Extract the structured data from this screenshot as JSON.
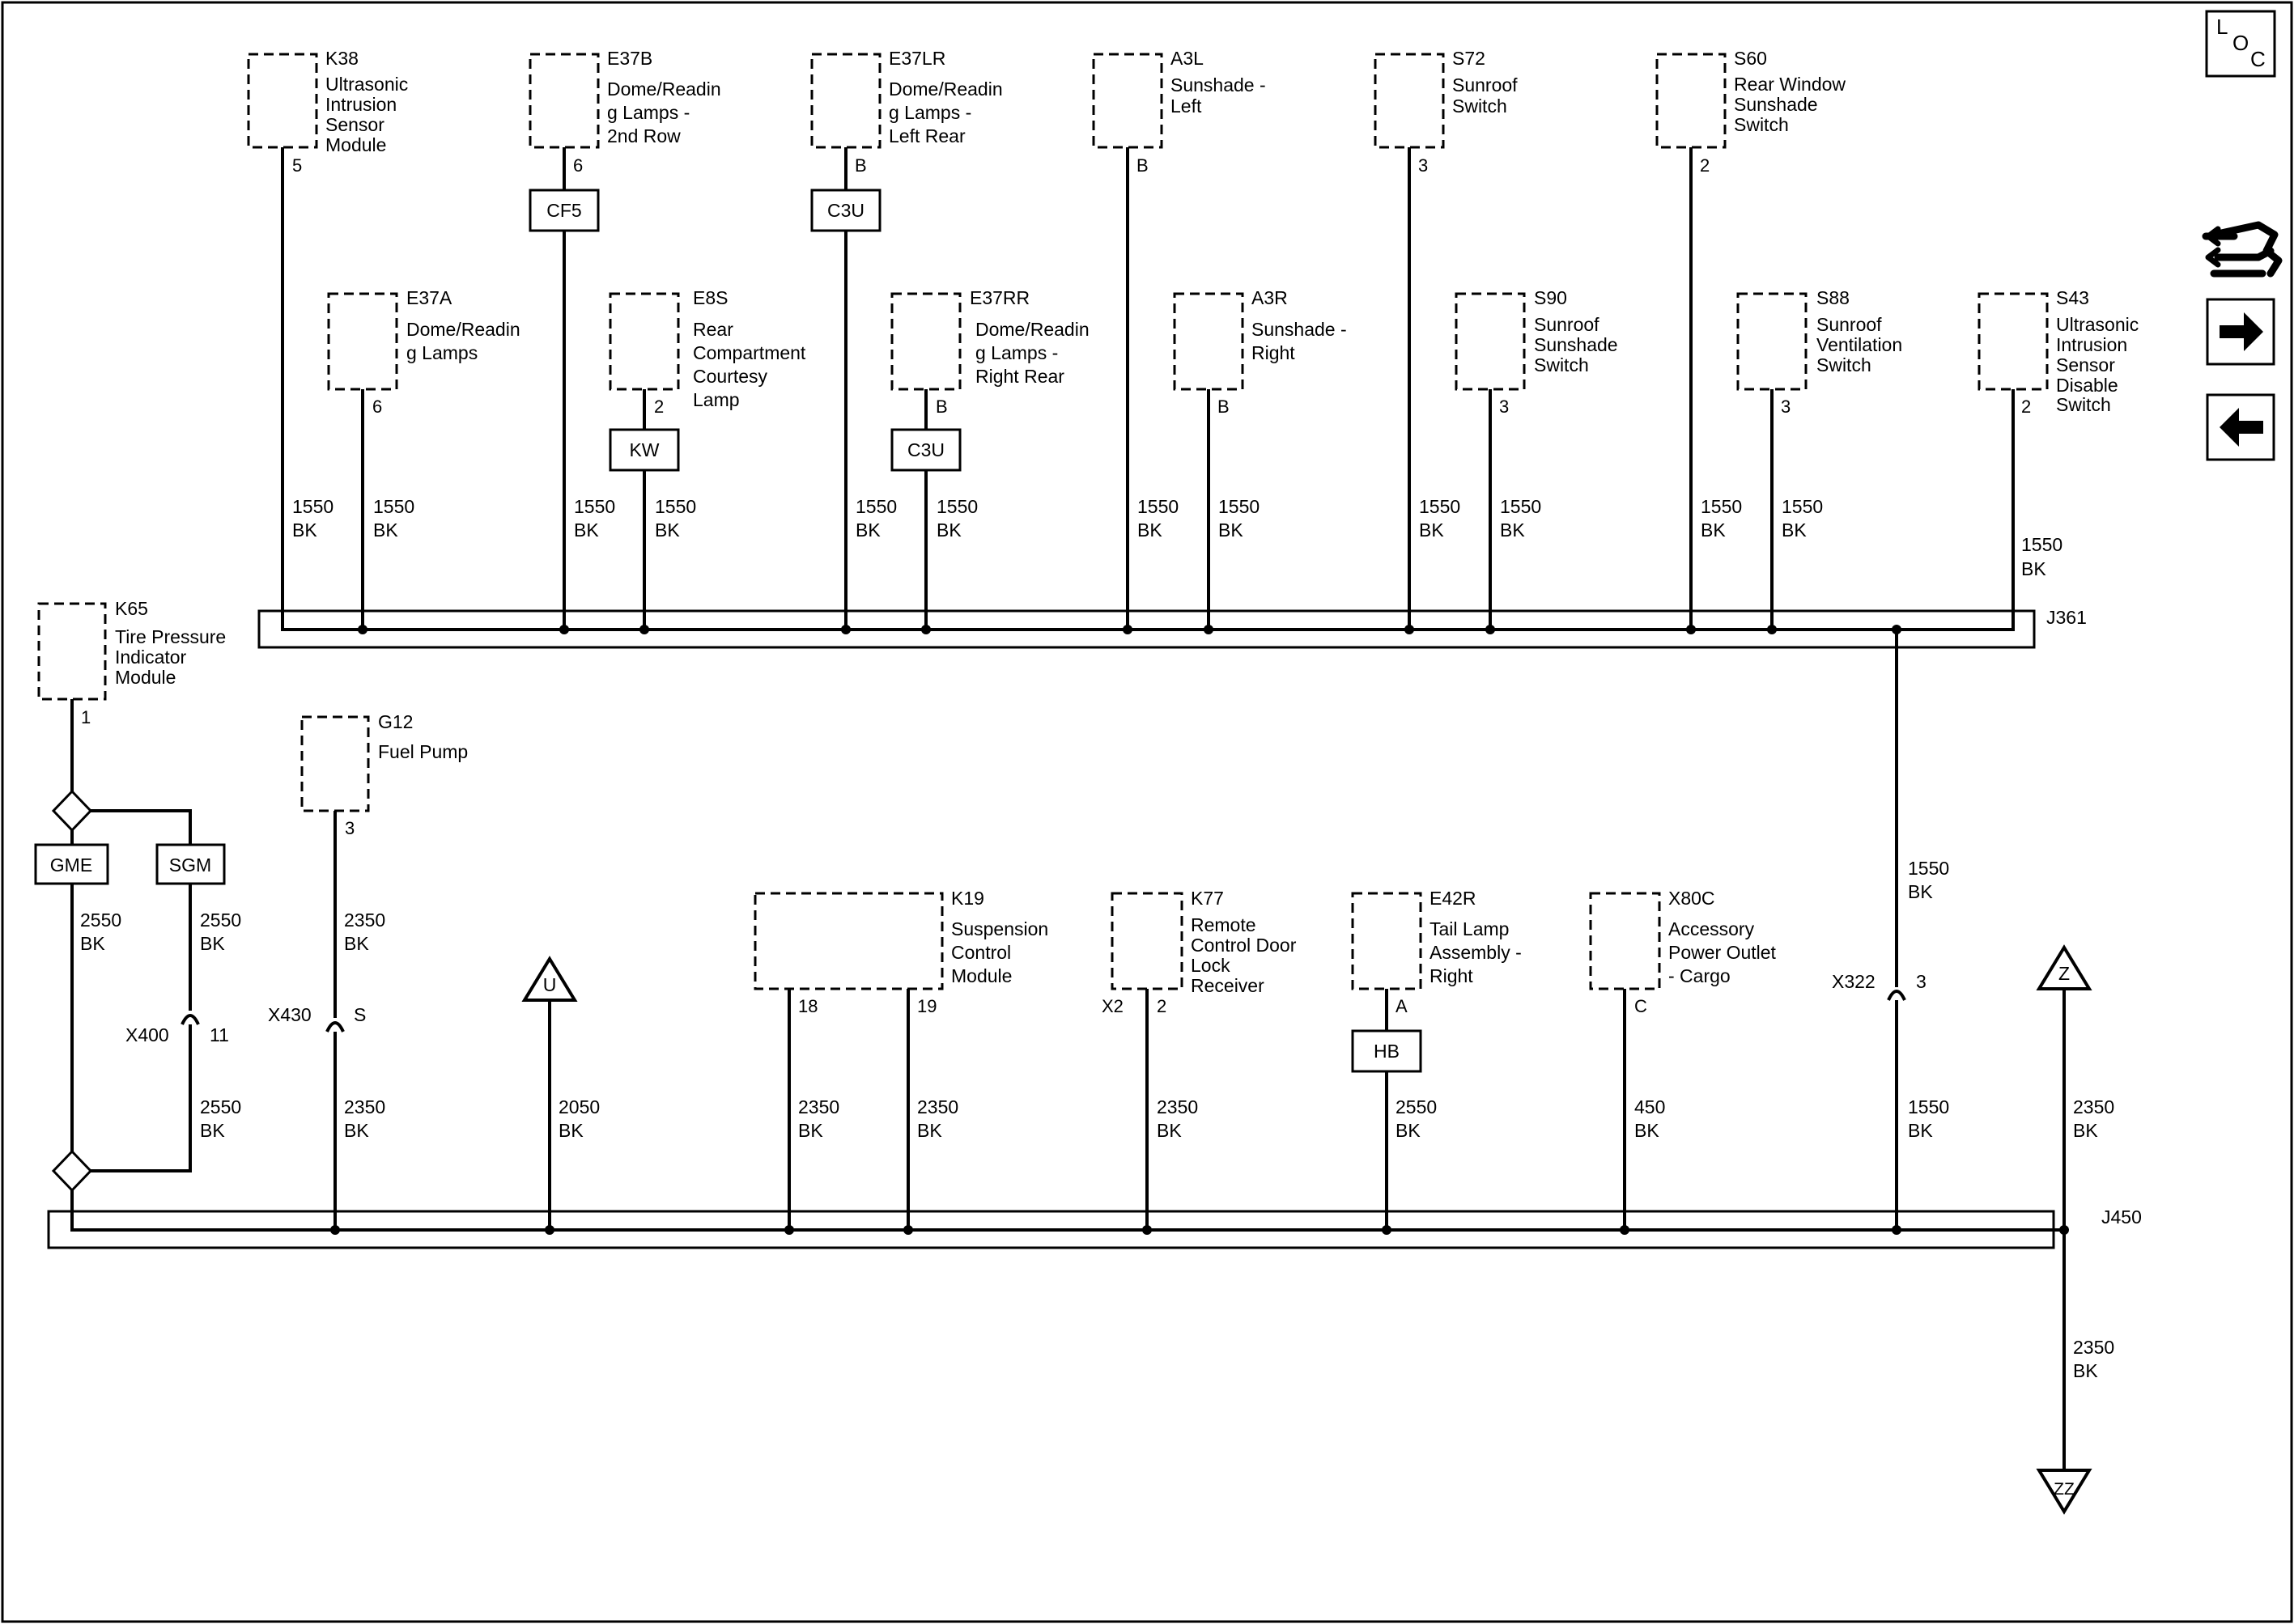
{
  "header": {
    "loc_letters": [
      "L",
      "O",
      "C"
    ]
  },
  "top_components": [
    {
      "id": "K38",
      "lines": [
        "Ultrasonic",
        "Intrusion",
        "Sensor",
        "Module"
      ],
      "pin": "5"
    },
    {
      "id": "E37B",
      "lines": [
        "Dome/Readin",
        "g Lamps -",
        "2nd Row"
      ],
      "pin": "6",
      "connector": "CF5"
    },
    {
      "id": "E37LR",
      "lines": [
        "Dome/Readin",
        "g Lamps -",
        "Left Rear"
      ],
      "pin": "B",
      "connector": "C3U"
    },
    {
      "id": "A3L",
      "lines": [
        "Sunshade -",
        "Left"
      ],
      "pin": "B"
    },
    {
      "id": "S72",
      "lines": [
        "Sunroof",
        "Switch"
      ],
      "pin": "3"
    },
    {
      "id": "S60",
      "lines": [
        "Rear Window",
        "Sunshade",
        "Switch"
      ],
      "pin": "2"
    }
  ],
  "mid_components": [
    {
      "id": "E37A",
      "lines": [
        "Dome/Readin",
        "g Lamps"
      ],
      "pin": "6"
    },
    {
      "id": "E8S",
      "lines": [
        "Rear",
        "Compartment",
        "Courtesy",
        "Lamp"
      ],
      "pin": "2",
      "connector": "KW"
    },
    {
      "id": "E37RR",
      "lines": [
        "Dome/Readin",
        "g Lamps -",
        "Right Rear"
      ],
      "pin": "B",
      "connector": "C3U"
    },
    {
      "id": "A3R",
      "lines": [
        "Sunshade -",
        "Right"
      ],
      "pin": "B"
    },
    {
      "id": "S90",
      "lines": [
        "Sunroof",
        "Sunshade",
        "Switch"
      ],
      "pin": "3"
    },
    {
      "id": "S88",
      "lines": [
        "Sunroof",
        "Ventilation",
        "Switch"
      ],
      "pin": "3"
    },
    {
      "id": "S43",
      "lines": [
        "Ultrasonic",
        "Intrusion",
        "Sensor",
        "Disable",
        "Switch"
      ],
      "pin": "2"
    }
  ],
  "top_wires": [
    {
      "circuit": "1550",
      "color": "BK"
    },
    {
      "circuit": "1550",
      "color": "BK"
    },
    {
      "circuit": "1550",
      "color": "BK"
    },
    {
      "circuit": "1550",
      "color": "BK"
    },
    {
      "circuit": "1550",
      "color": "BK"
    },
    {
      "circuit": "1550",
      "color": "BK"
    },
    {
      "circuit": "1550",
      "color": "BK"
    },
    {
      "circuit": "1550",
      "color": "BK"
    },
    {
      "circuit": "1550",
      "color": "BK"
    },
    {
      "circuit": "1550",
      "color": "BK"
    },
    {
      "circuit": "1550",
      "color": "BK"
    },
    {
      "circuit": "1550",
      "color": "BK"
    },
    {
      "circuit": "1550",
      "color": "BK"
    }
  ],
  "splices": {
    "top": "J361",
    "bottom": "J450"
  },
  "k65": {
    "id": "K65",
    "lines": [
      "Tire Pressure",
      "Indicator",
      "Module"
    ],
    "pin": "1",
    "options": [
      "GME",
      "SGM"
    ],
    "wire_left": {
      "circuit": "2550",
      "color": "BK"
    },
    "wire_right_top": {
      "circuit": "2550",
      "color": "BK"
    },
    "inline": {
      "name": "X400",
      "pin": "11"
    },
    "wire_right_bottom": {
      "circuit": "2550",
      "color": "BK"
    }
  },
  "g12": {
    "id": "G12",
    "lines": [
      "Fuel Pump"
    ],
    "pin": "3",
    "wire_top": {
      "circuit": "2350",
      "color": "BK"
    },
    "inline": {
      "name": "X430",
      "pin": "S"
    },
    "wire_bottom": {
      "circuit": "2350",
      "color": "BK"
    }
  },
  "ref_u": {
    "symbol": "U",
    "wire": {
      "circuit": "2050",
      "color": "BK"
    }
  },
  "k19": {
    "id": "K19",
    "lines": [
      "Suspension",
      "Control",
      "Module"
    ],
    "pins": [
      "18",
      "19"
    ],
    "wires": [
      {
        "circuit": "2350",
        "color": "BK"
      },
      {
        "circuit": "2350",
        "color": "BK"
      }
    ]
  },
  "k77": {
    "id": "K77",
    "lines": [
      "Remote",
      "Control Door",
      "Lock",
      "Receiver"
    ],
    "conn": "X2",
    "pin": "2",
    "wire": {
      "circuit": "2350",
      "color": "BK"
    }
  },
  "e42r": {
    "id": "E42R",
    "lines": [
      "Tail Lamp",
      "Assembly -",
      "Right"
    ],
    "pin": "A",
    "connector": "HB",
    "wire": {
      "circuit": "2550",
      "color": "BK"
    }
  },
  "x80c": {
    "id": "X80C",
    "lines": [
      "Accessory",
      "Power Outlet",
      "- Cargo"
    ],
    "pin": "C",
    "wire": {
      "circuit": "450",
      "color": "BK"
    }
  },
  "j361_drop": {
    "wire_top": {
      "circuit": "1550",
      "color": "BK"
    },
    "inline": {
      "name": "X322",
      "pin": "3"
    },
    "wire_bottom": {
      "circuit": "1550",
      "color": "BK"
    }
  },
  "ref_z": {
    "symbol": "Z",
    "wire_top": {
      "circuit": "2350",
      "color": "BK"
    },
    "wire_bottom": {
      "circuit": "2350",
      "color": "BK"
    },
    "bottom_symbol": "ZZ"
  }
}
